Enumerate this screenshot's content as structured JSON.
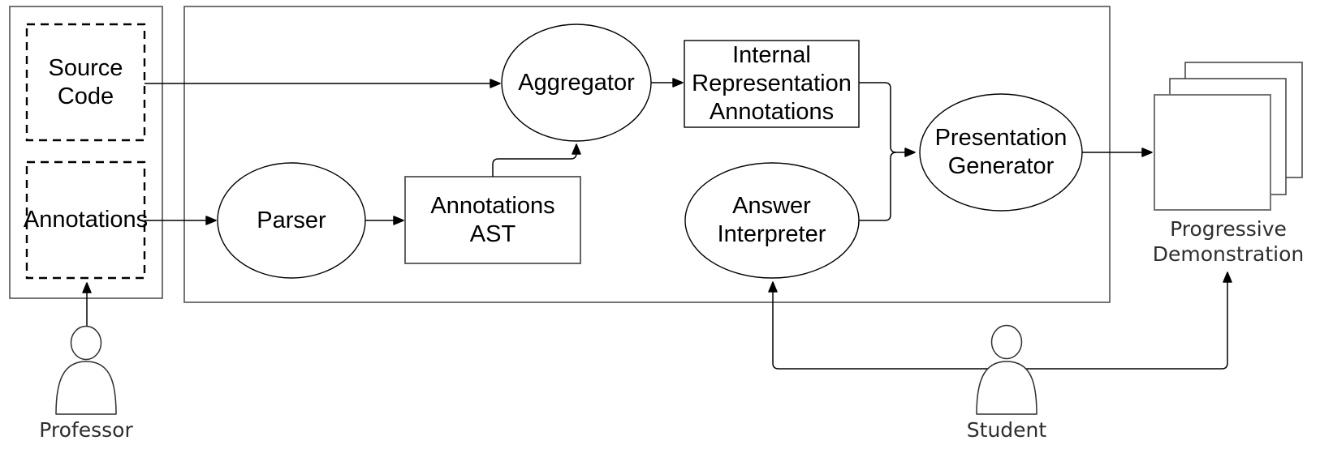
{
  "diagram": {
    "kind": "flow-diagram",
    "background": "#ffffff",
    "colors": {
      "node_stroke": "#000000",
      "container_stroke": "#5c5c5c",
      "edge": "#000000",
      "square_front_stroke": "#757575",
      "square_back_stroke": "#3f3f3f",
      "actor_stroke": "#2f2f2f",
      "label_text": "#000000",
      "outer_label_text": "#2e2e2e"
    },
    "nodes": {
      "source_code": {
        "label": "Source\nCode",
        "shape": "dashed-rect"
      },
      "annotations_input": {
        "label": "Annotations",
        "shape": "dashed-rect"
      },
      "parser": {
        "label": "Parser",
        "shape": "ellipse"
      },
      "annotations_ast": {
        "label": "Annotations\nAST",
        "shape": "rect"
      },
      "aggregator": {
        "label": "Aggregator",
        "shape": "ellipse"
      },
      "internal_representation": {
        "label": "Internal\nRepresentation\nAnnotations",
        "shape": "rect"
      },
      "answer_interpreter": {
        "label": "Answer\nInterpreter",
        "shape": "ellipse"
      },
      "presentation_generator": {
        "label": "Presentation\nGenerator",
        "shape": "ellipse"
      },
      "progressive_demonstration": {
        "label": "Progressive\nDemonstration",
        "shape": "stacked-pages"
      }
    },
    "actors": {
      "professor": {
        "label": "Professor"
      },
      "student": {
        "label": "Student"
      }
    },
    "edges": [
      "source_code -> aggregator",
      "annotations_input -> parser",
      "parser -> annotations_ast",
      "annotations_ast -> aggregator",
      "aggregator -> internal_representation",
      "internal_representation -> presentation_generator",
      "answer_interpreter -> presentation_generator",
      "presentation_generator -> progressive_demonstration",
      "professor -> annotations_input",
      "student -> answer_interpreter",
      "student -> progressive_demonstration"
    ]
  }
}
